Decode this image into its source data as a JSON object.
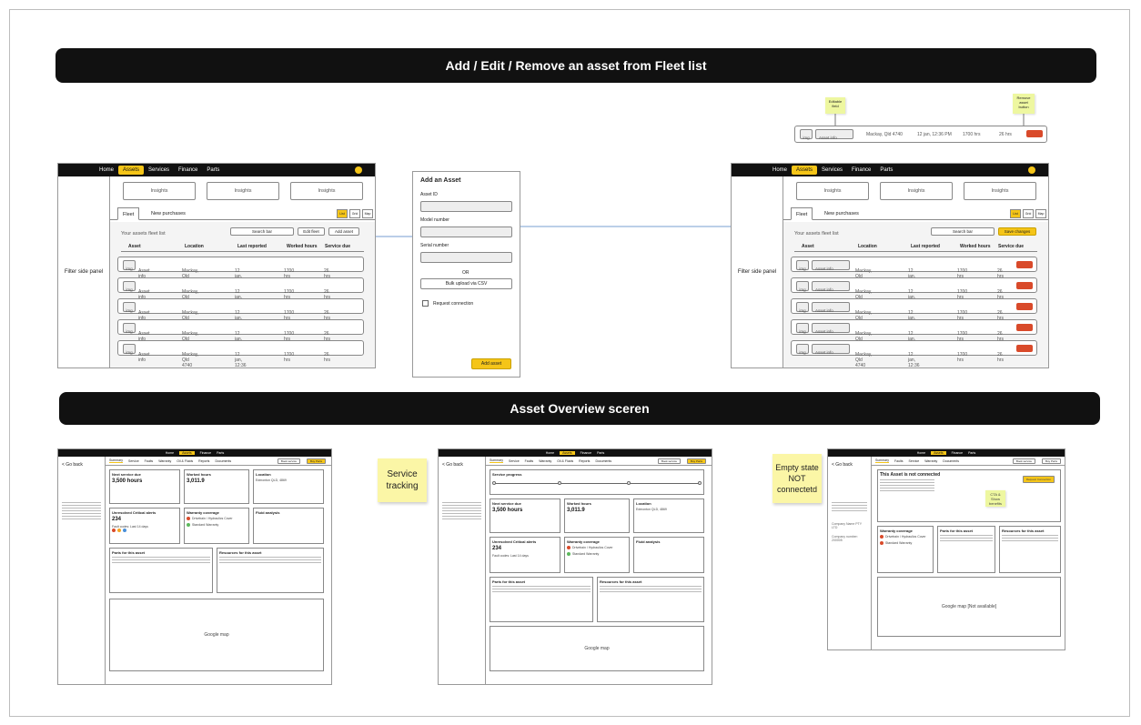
{
  "banners": {
    "top": "Add / Edit / Remove an asset from Fleet list",
    "bottom": "Asset Overview sceren"
  },
  "nav": {
    "items": [
      "Home",
      "Assets",
      "Services",
      "Finance",
      "Parts"
    ]
  },
  "side_panel_label": "Filter side panel",
  "insights": [
    "Insights",
    "Insights",
    "Insights"
  ],
  "tabs": [
    "Fleet",
    "New purchases"
  ],
  "view_buttons": [
    "List",
    "Grid",
    "Map"
  ],
  "fleet_title": "Your assets fleet list",
  "search_placeholder": "Search bar",
  "edit_fleet": "Edit fleet",
  "add_asset": "Add asset",
  "save_changes": "Save changes",
  "columns": [
    "Asset",
    "Location",
    "Last reported",
    "Worked hours",
    "Service due"
  ],
  "row": {
    "img": "img",
    "asset": "Asset info",
    "location": "Mackay, Qld 4740",
    "reported": "12 jan, 12:36 PM",
    "hours": "1700 hrs",
    "due": "26 hrs"
  },
  "stickies": {
    "editable": "Editable field",
    "remove": "Remove asset button"
  },
  "form": {
    "title": "Add an Asset",
    "asset_id": "Asset ID",
    "model": "Model number",
    "serial": "Serial number",
    "or": "OR",
    "bulk": "Bulk upload via CSV",
    "request": "Request connection",
    "submit": "Add asset"
  },
  "overview": {
    "back": "< Go back",
    "bar_items": [
      "Home",
      "Assets",
      "Finance",
      "Parts"
    ],
    "tabs_main": [
      "Summary",
      "Service",
      "Faults",
      "Warranty",
      "Oil & Fluids",
      "Reports",
      "Documents"
    ],
    "book_service": "Book service",
    "buy_parts": "Buy Parts",
    "next_service": "Next service due",
    "next_service_value": "3,500 hours",
    "worked_hours": "Worked hours",
    "worked_value": "3,011.9",
    "location": "Location",
    "location_value": "Edmonton QLD, 4869",
    "unresolved": "Unresolved Critical alerts",
    "unresolved_value": "234",
    "fault_codes": "Fault codes: Last 14 days",
    "warranty": "Warranty coverage",
    "warranty_1": "Drivetrain / Hydraulics Cover",
    "warranty_2": "Standard Warranty",
    "fluid": "Fluid analysis",
    "parts": "Parts for this asset",
    "resources": "Resources for this asset",
    "map": "Google map",
    "map_na": "Google map [Not available]",
    "service_progress": "Service progress",
    "not_connected": "This Asset is not connected",
    "request_connection": "Request Connection",
    "cta": "CTA & Show benefits",
    "company": "Company Name PTY LTD",
    "company_number": "Company number: 200005"
  },
  "sticky_large": {
    "service": "Service tracking",
    "empty": "Empty state NOT connectetd"
  },
  "colors": {
    "accent": "#f5c518",
    "danger": "#d94a2a",
    "dark": "#111111"
  }
}
